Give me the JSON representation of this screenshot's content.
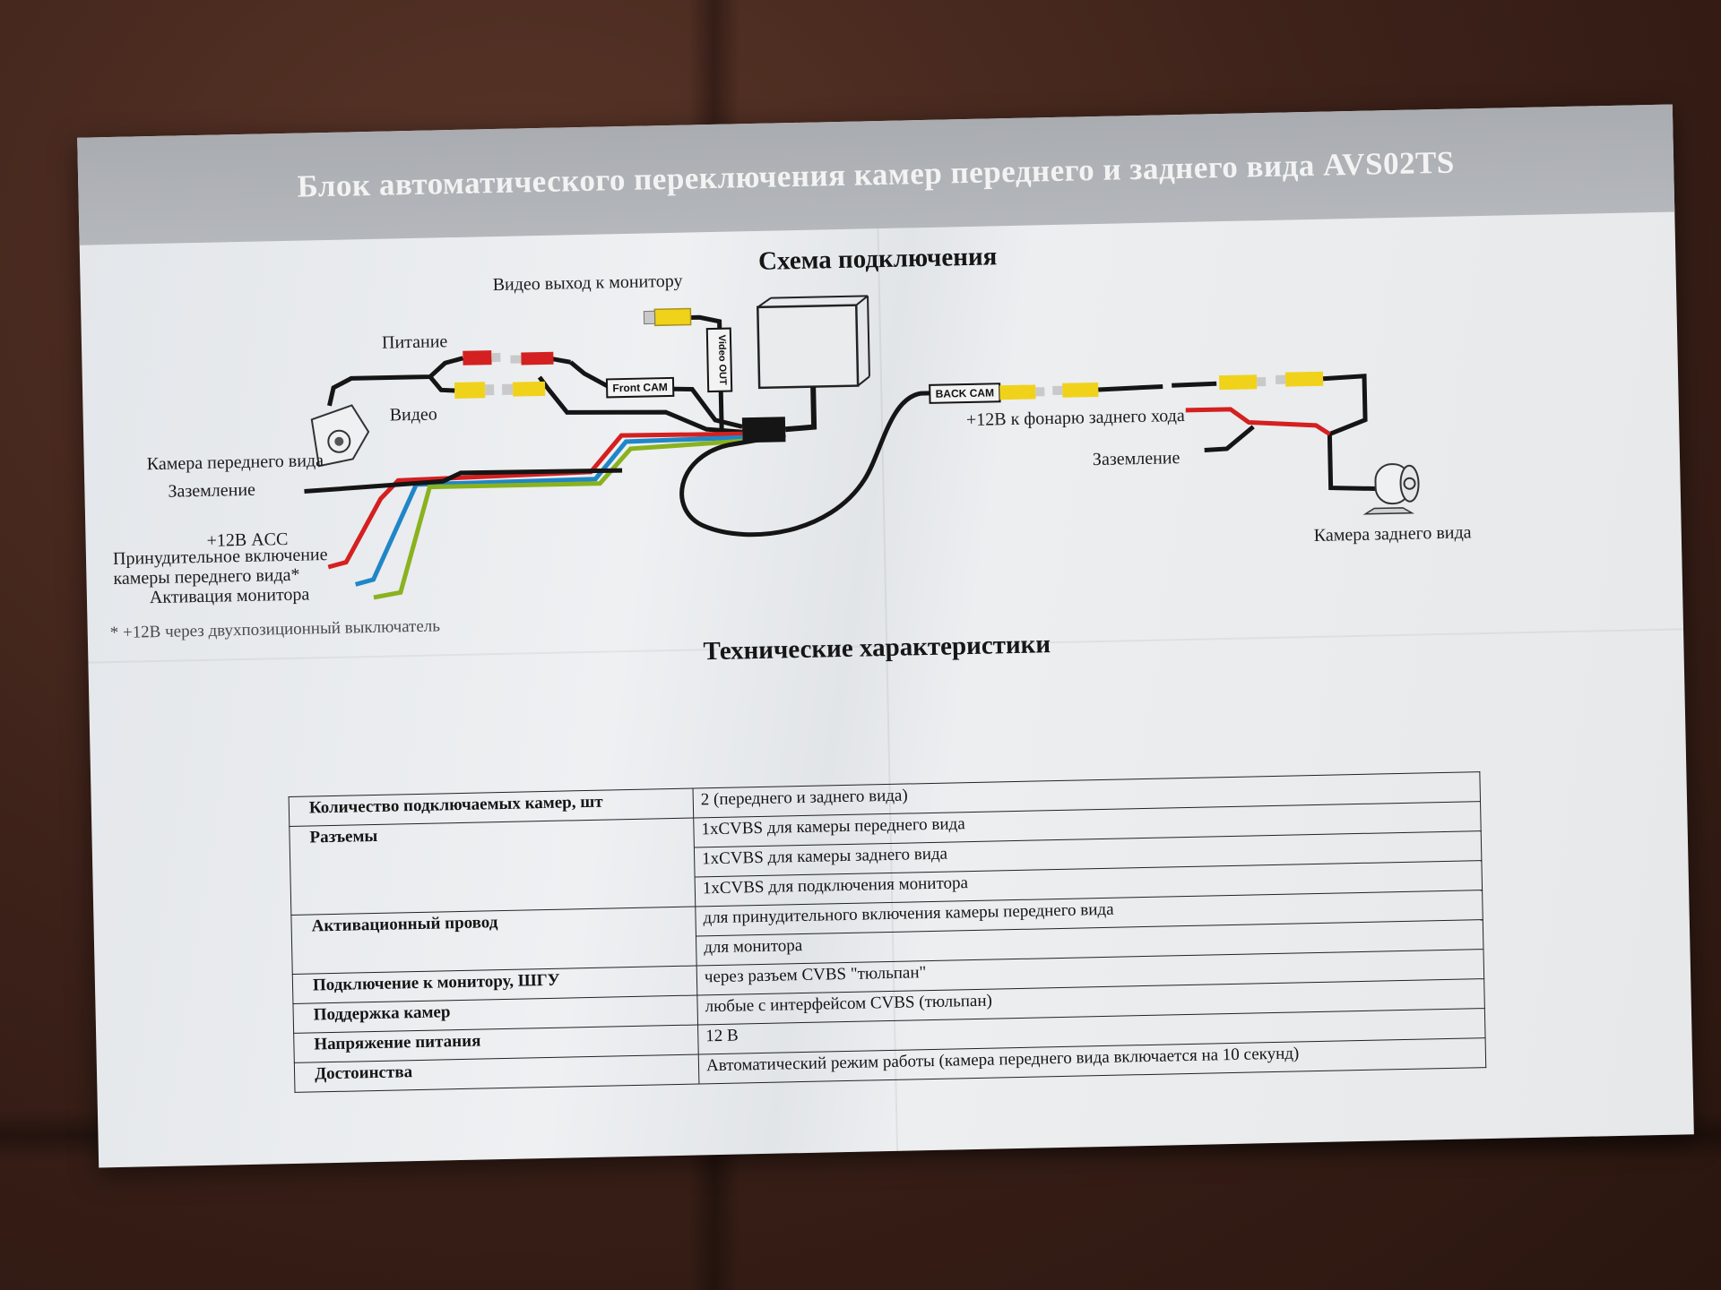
{
  "header": {
    "title": "Блок автоматического переключения камер переднего и заднего вида AVS02TS"
  },
  "schema": {
    "title": "Схема подключения",
    "labels": {
      "video_out": "Видео выход к монитору",
      "power": "Питание",
      "video": "Видео",
      "front_camera": "Камера переднего вида",
      "ground_left": "Заземление",
      "acc": "+12В ACC",
      "force_on_1": "Принудительное включение",
      "force_on_2": "камеры переднего вида*",
      "monitor_activation": "Активация монитора",
      "reverse_light": "+12В к фонарю заднего хода",
      "ground_right": "Заземление",
      "rear_camera": "Камера заднего вида",
      "footnote": "* +12В через двухпозиционный выключатель"
    },
    "tags": {
      "front_cam": "Front CAM",
      "back_cam": "BACK CAM",
      "video_out": "Video OUT"
    },
    "wire_colors": {
      "power": "#d42020",
      "force": "#1f86c8",
      "activation": "#8ab21e",
      "rca": "#f0d21a",
      "cable": "#151515"
    }
  },
  "specs": {
    "title": "Технические характеристики",
    "rows": [
      {
        "key": "Количество подключаемых камер, шт",
        "values": [
          "2 (переднего и заднего вида)"
        ]
      },
      {
        "key": "Разъемы",
        "values": [
          "1xCVBS для камеры переднего вида",
          "1xCVBS для камеры заднего вида",
          "1xCVBS для подключения монитора"
        ]
      },
      {
        "key": "Активационный провод",
        "values": [
          "для принудительного включения камеры переднего вида",
          "для монитора"
        ]
      },
      {
        "key": "Подключение к монитору, ШГУ",
        "values": [
          "через разъем CVBS \"тюльпан\""
        ]
      },
      {
        "key": "Поддержка камер",
        "values": [
          "любые с интерфейсом CVBS (тюльпан)"
        ]
      },
      {
        "key": "Напряжение питания",
        "values": [
          "12 В"
        ]
      },
      {
        "key": "Достоинства",
        "values": [
          "Автоматический режим работы (камера переднего вида включается на 10 секунд)"
        ]
      }
    ]
  }
}
